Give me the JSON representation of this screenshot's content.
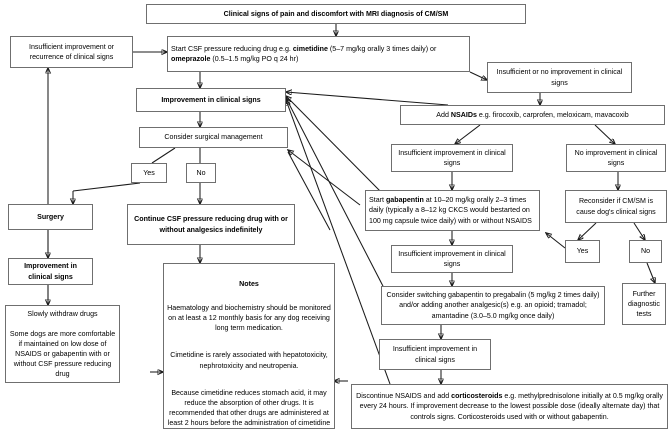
{
  "diagram": {
    "title": "Clinical signs of pain and discomfort with MRI diagnosis of CM/SM",
    "type": "clinical-decision-flowchart",
    "accent_color": "#000000",
    "border_color": "#6f6f6f"
  },
  "nodes": {
    "start": "Clinical signs of pain and discomfort with MRI diagnosis of CM/SM",
    "csf_drug_part1": "Start CSF pressure reducing drug e.g. ",
    "csf_drug_bold1": "cimetidine",
    "csf_drug_part2": " (5–7 mg/kg orally 3 times daily) or ",
    "csf_drug_bold2": "omeprazole",
    "csf_drug_part3": " (0.5–1.5 mg/kg PO q 24 hr)",
    "insufficient_recurrence": "Insufficient improvement or recurrence of clinical signs",
    "improvement": "Improvement in clinical signs",
    "insufficient_or_no_improvement": "Insufficient or no improvement in clinical signs",
    "add_nsaids_part1": "Add ",
    "add_nsaids_bold": "NSAIDs",
    "add_nsaids_part2": " e.g. firocoxib, carprofen, meloxicam, mavacoxib",
    "insufficient_improvement_1": "Insufficient improvement in clinical signs",
    "no_improvement": "No improvement in clinical signs",
    "consider_surgical": "Consider surgical management",
    "yes_left": "Yes",
    "no_left": "No",
    "surgery": "Surgery",
    "continue_csf": "Continue CSF pressure reducing drug with or without analgesics indefinitely",
    "gabapentin_part1": "Start ",
    "gabapentin_bold": "gabapentin",
    "gabapentin_part2": " at 10–20 mg/kg orally 2–3 times daily (typically a 8–12 kg CKCS would bestarted on 100 mg capsule twice daily) with or without NSAIDS",
    "reconsider": "Reconsider if CM/SM is cause dog's clinical signs",
    "yes_right": "Yes",
    "no_right": "No",
    "further_tests": "Further diagnostic tests",
    "insufficient_improvement_2": "Insufficient improvement in clinical signs",
    "pregabalin": "Consider switching gabapentin to pregabalin (5 mg/kg 2 times daily) and/or adding another analgesic(s) e.g. an opioid; tramadol; amantadine (3.0–5.0 mg/kg once daily)",
    "insufficient_improvement_3": "Insufficient improvement in clinical signs",
    "improvement_clinical_left": "Improvement in clinical signs",
    "slowly_withdraw": "Slowly withdraw drugs\n\nSome dogs are more comfortable if maintained on low dose of NSAIDS or gabapentin with or without CSF pressure reducing drug",
    "corticosteroids_part1": "Discontinue NSAIDS and add ",
    "corticosteroids_bold": "corticosteroids",
    "corticosteroids_part2": " e.g. methylprednisolone initially at 0.5 mg/kg orally every 24 hours. If improvement decrease to the lowest possible dose (ideally alternate day) that controls signs. Corticosteroids used with or without gabapentin."
  },
  "notes": {
    "title": "Notes",
    "paragraphs": [
      "Haematology and biochemistry should be monitored on at least a 12 monthly basis for any dog receiving long term medication.",
      "Cimetidine is rarely associated with hepatotoxicity, nephrotoxicity and neutropenia.",
      "Because cimetidine reduces stomach acid, it may reduce the absorption of other drugs. It is recommended that other drugs are administered at least 2 hours before the administration of cimetidine"
    ]
  }
}
